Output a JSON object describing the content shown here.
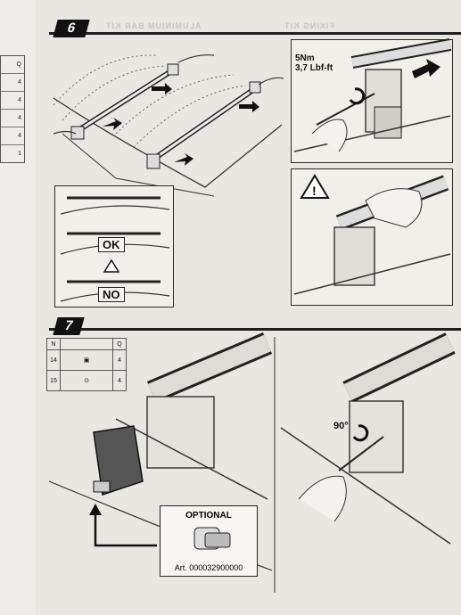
{
  "left_table": {
    "header": "Q",
    "rows": [
      "4",
      "4",
      "4",
      "4",
      "1"
    ]
  },
  "step6": {
    "number": "6",
    "header_faded_left": "ALUMINIUM BAR KIT",
    "header_faded_right": "FIXING KIT"
  },
  "torque": {
    "line1": "5Nm",
    "line2": "3,7 Lbf-ft"
  },
  "ok_label": "OK",
  "no_label": "NO",
  "step7": {
    "number": "7"
  },
  "parts_table": {
    "col_n": "N",
    "col_q": "Q",
    "rows": [
      {
        "n": "14",
        "q": "4"
      },
      {
        "n": "15",
        "q": "4"
      }
    ]
  },
  "rotation": "90°",
  "optional": {
    "title": "OPTIONAL",
    "article": "Art. 000032900000"
  }
}
